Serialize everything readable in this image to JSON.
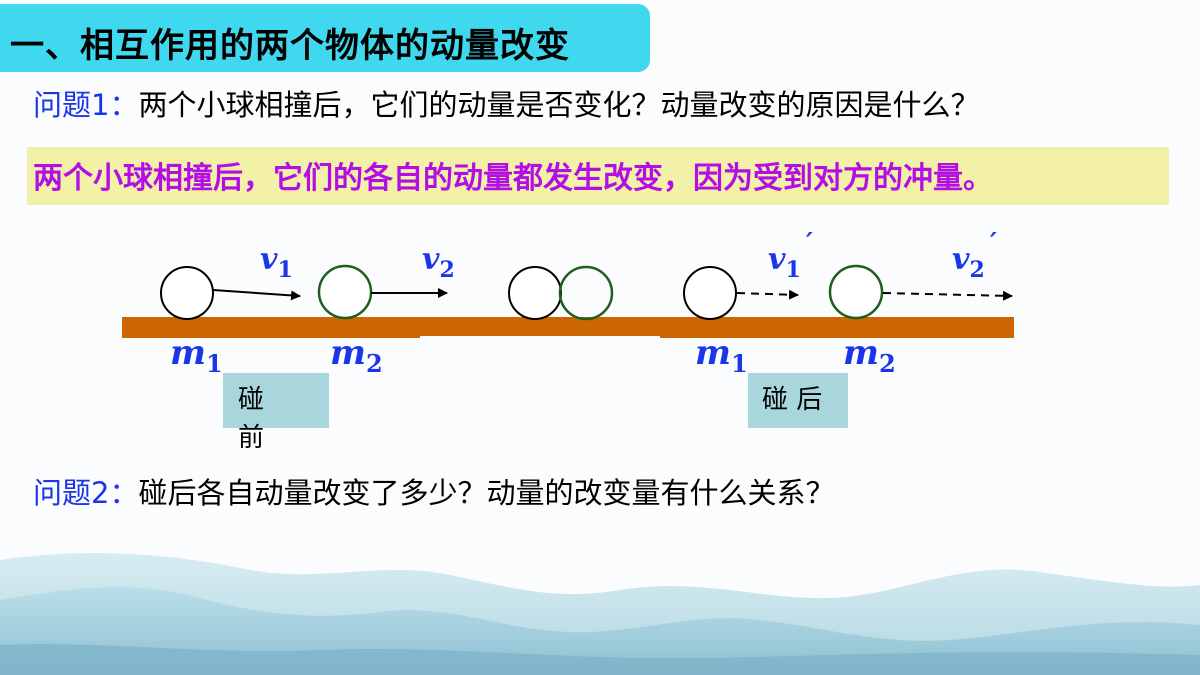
{
  "title": "一、相互作用的两个物体的动量改变",
  "question1": {
    "label": "问题1",
    "colon": "：",
    "text": "两个小球相撞后，它们的动量是否变化？动量改变的原因是什么？"
  },
  "answer": "两个小球相撞后，它们的各自的动量都发生改变，因为受到对方的冲量。",
  "diagram": {
    "before": {
      "m1_var": "m",
      "m1_sub": "1",
      "m2_var": "m",
      "m2_sub": "2",
      "v1_var": "v",
      "v1_sub": "1",
      "v2_var": "v",
      "v2_sub": "2",
      "tag": "碰前"
    },
    "after": {
      "m1_var": "m",
      "m1_sub": "1",
      "m2_var": "m",
      "m2_sub": "2",
      "v1_var": "v",
      "v1_sub": "1",
      "v1_prime": "′",
      "v2_var": "v",
      "v2_sub": "2",
      "v2_prime": "′",
      "tag": "碰 后"
    },
    "colors": {
      "track": "#cc6600",
      "ball1": "#000000",
      "ball2": "#1e5e1e",
      "label": "#1a36e8"
    }
  },
  "question2": {
    "label": "问题2",
    "colon": "：",
    "text": "碰后各自动量改变了多少？动量的改变量有什么关系？"
  }
}
